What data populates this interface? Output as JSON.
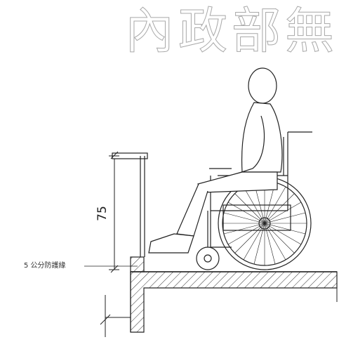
{
  "watermark": {
    "text": "內政部",
    "trailing_glyph": "無"
  },
  "diagram": {
    "handrail_height": "75",
    "curb_note": "5 公分防護緣"
  },
  "colors": {
    "line": "#222222",
    "watermark_stroke": "#9a9a9a",
    "background": "#ffffff"
  }
}
